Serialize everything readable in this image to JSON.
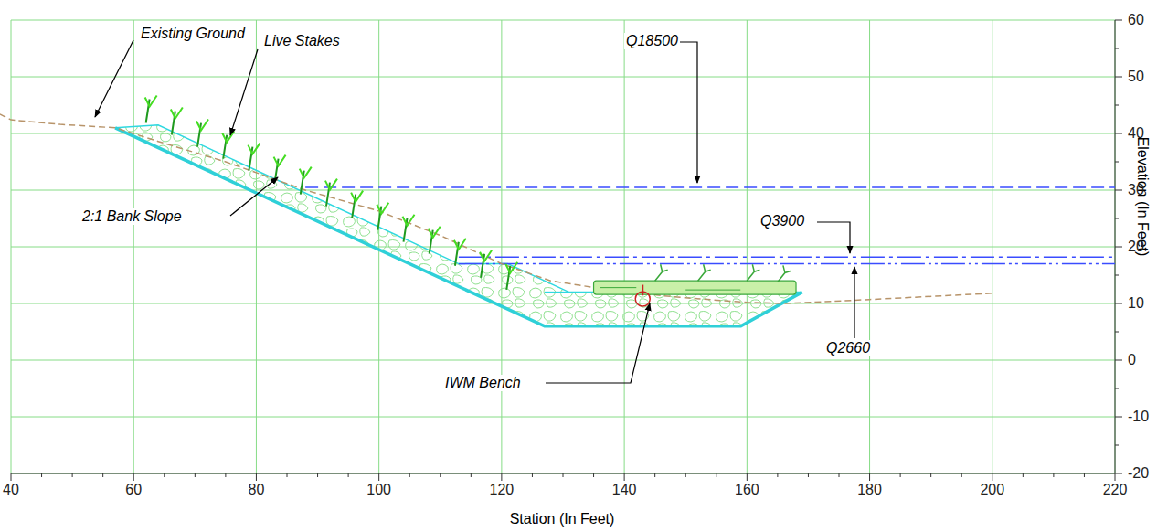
{
  "diagram": {
    "labels": [
      "Existing Ground",
      "Live Stakes",
      "Q18500",
      "2:1 Bank Slope",
      "Q3900",
      "Q2660",
      "IWM Bench",
      "Station (In Feet)",
      "Elevation (In Feet)",
      "40",
      "60",
      "80",
      "100",
      "120",
      "140",
      "160",
      "180",
      "200",
      "220",
      "60",
      "50",
      "40",
      "30",
      "20",
      "10",
      "0",
      "-10",
      "-20"
    ]
  }
}
